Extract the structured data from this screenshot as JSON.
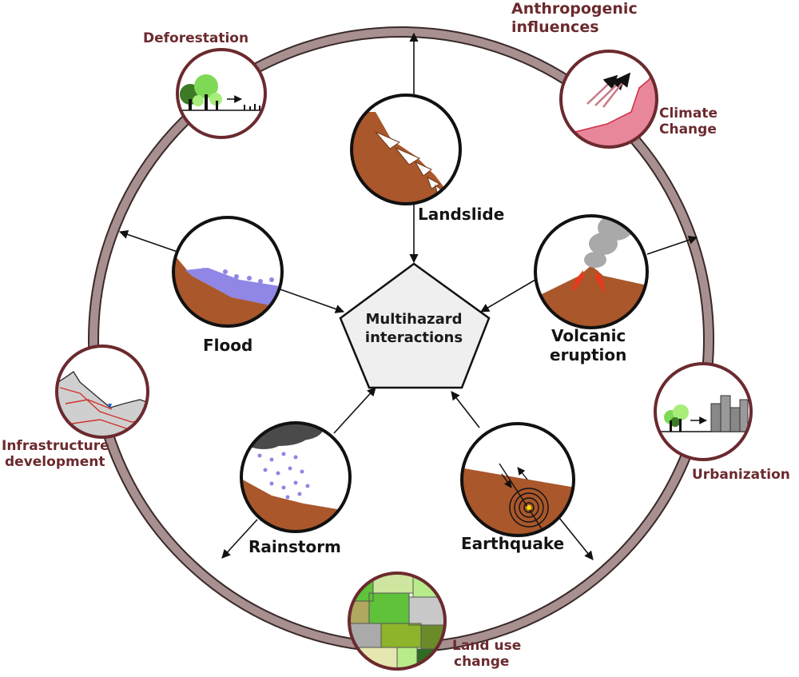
{
  "center": {
    "line1": "Multihazard",
    "line2": "interactions"
  },
  "hazards": {
    "landslide": "Landslide",
    "flood": "Flood",
    "volcanic_line1": "Volcanic",
    "volcanic_line2": "eruption",
    "rainstorm": "Rainstorm",
    "earthquake": "Earthquake"
  },
  "anthropogenic": {
    "title_line1": "Anthropogenic",
    "title_line2": "influences",
    "deforestation": "Deforestation",
    "climate_line1": "Climate",
    "climate_line2": "Change",
    "infrastructure_line1": "Infrastructure",
    "infrastructure_line2": "development",
    "urbanization": "Urbanization",
    "landuse_line1": "Land use",
    "landuse_line2": "change"
  },
  "colors": {
    "ring": "#a89090",
    "ring_outline": "#3a2a2a",
    "anthro_outline": "#6b2a2e",
    "terrain": "#a9572b",
    "water": "#8f86e6",
    "lava": "#e53a1e",
    "smoke": "#a9a9a9",
    "cloud": "#4a4a4a",
    "climate_fill": "#e8879a",
    "pentagon": "#efefef"
  }
}
